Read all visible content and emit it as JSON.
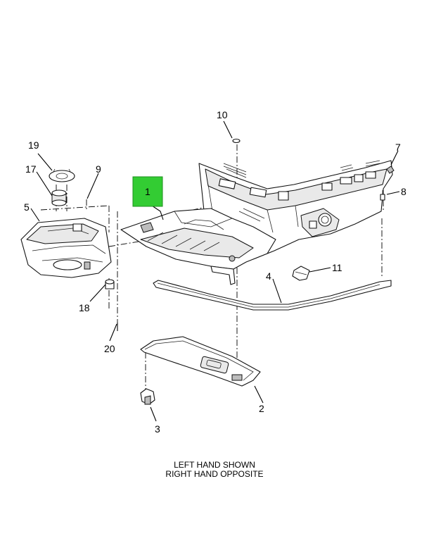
{
  "callouts": {
    "c1": "1",
    "c2": "2",
    "c3": "3",
    "c4": "4",
    "c5": "5",
    "c7": "7",
    "c8": "8",
    "c9": "9",
    "c10": "10",
    "c11": "11",
    "c17": "17",
    "c18": "18",
    "c19": "19",
    "c20": "20"
  },
  "note": {
    "line1": "LEFT HAND SHOWN",
    "line2": "RIGHT HAND OPPOSITE"
  },
  "colors": {
    "highlight": "#33cc33",
    "line": "#000000",
    "background": "#ffffff"
  }
}
